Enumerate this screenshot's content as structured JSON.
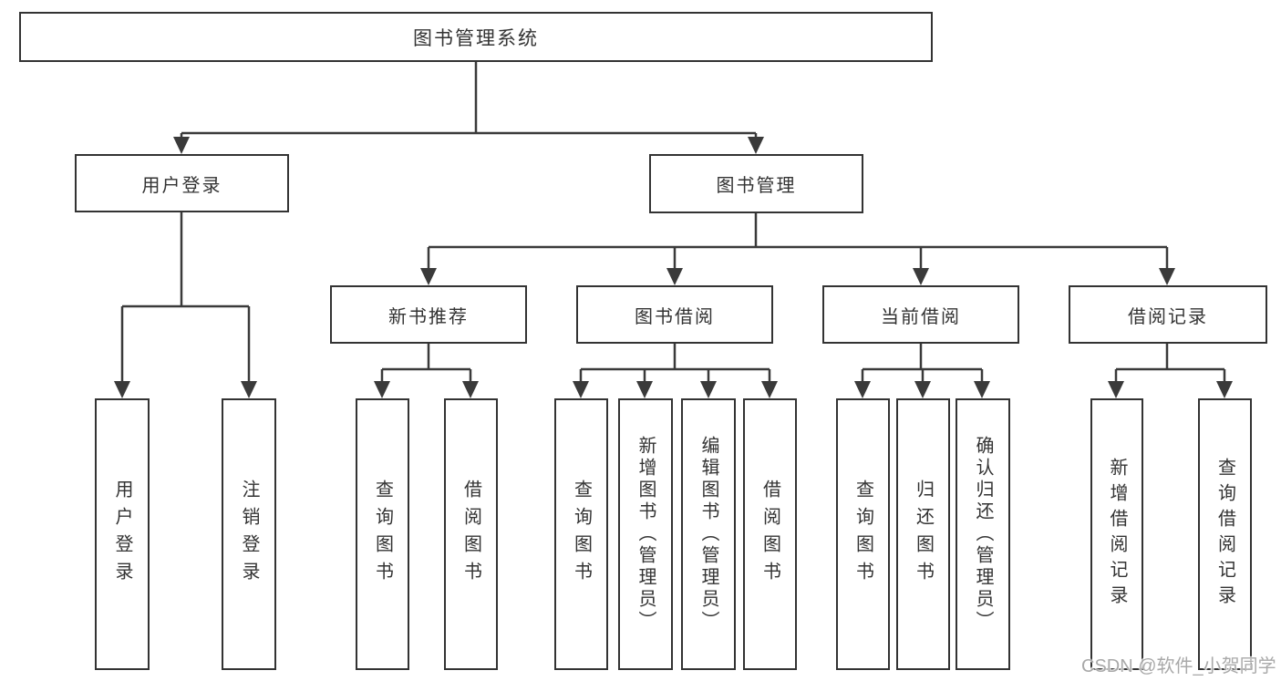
{
  "diagram": {
    "type": "tree",
    "title": "图书管理系统",
    "watermark": "CSDN @软件_小贺同学",
    "colors": {
      "line": "#3a3a3a",
      "border": "#333333",
      "text": "#333333",
      "background": "#ffffff",
      "watermark": "#a9a9a9"
    },
    "nodes": [
      {
        "id": "root",
        "label": "图书管理系统",
        "parent": null
      },
      {
        "id": "user-login",
        "label": "用户登录",
        "parent": "root"
      },
      {
        "id": "book-management",
        "label": "图书管理",
        "parent": "root"
      },
      {
        "id": "new-book-recommend",
        "label": "新书推荐",
        "parent": "book-management"
      },
      {
        "id": "book-borrowing",
        "label": "图书借阅",
        "parent": "book-management"
      },
      {
        "id": "current-borrowing",
        "label": "当前借阅",
        "parent": "book-management"
      },
      {
        "id": "borrowing-records",
        "label": "借阅记录",
        "parent": "book-management"
      },
      {
        "id": "leaf-user-login",
        "label": "用户登录",
        "parent": "user-login"
      },
      {
        "id": "leaf-logout",
        "label": "注销登录",
        "parent": "user-login"
      },
      {
        "id": "leaf-query-books-recommend",
        "label": "查询图书",
        "parent": "new-book-recommend"
      },
      {
        "id": "leaf-borrow-books-recommend",
        "label": "借阅图书",
        "parent": "new-book-recommend"
      },
      {
        "id": "leaf-query-books-borrowing",
        "label": "查询图书",
        "parent": "book-borrowing"
      },
      {
        "id": "leaf-add-book-admin",
        "label": "新增图书（管理员）",
        "parent": "book-borrowing"
      },
      {
        "id": "leaf-edit-book-admin",
        "label": "编辑图书（管理员）",
        "parent": "book-borrowing"
      },
      {
        "id": "leaf-borrow-books-borrowing",
        "label": "借阅图书",
        "parent": "book-borrowing"
      },
      {
        "id": "leaf-query-books-current",
        "label": "查询图书",
        "parent": "current-borrowing"
      },
      {
        "id": "leaf-return-book",
        "label": "归还图书",
        "parent": "current-borrowing"
      },
      {
        "id": "leaf-confirm-return-admin",
        "label": "确认归还（管理员）",
        "parent": "current-borrowing"
      },
      {
        "id": "leaf-add-borrow-record",
        "label": "新增借阅记录",
        "parent": "borrowing-records"
      },
      {
        "id": "leaf-query-borrow-record",
        "label": "查询借阅记录",
        "parent": "borrowing-records"
      }
    ]
  }
}
